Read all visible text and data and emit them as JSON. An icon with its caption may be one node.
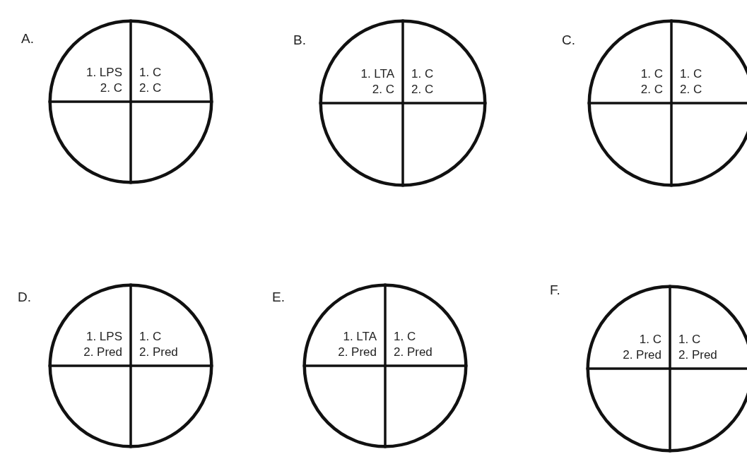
{
  "diagram": {
    "nodes": [
      {
        "text": [],
        "shape": "circle",
        "beside": [
          "A."
        ]
      },
      {
        "text": [
          "1. LPS",
          "2. C"
        ],
        "in": 0
      },
      {
        "text": [
          "1. C",
          "2. C"
        ],
        "in": 0
      },
      {
        "text": [],
        "shape": "quadrant",
        "in": 0
      },
      {
        "text": [],
        "shape": "quadrant",
        "in": 0
      },
      {
        "text": [],
        "shape": "circle",
        "beside": [
          "B."
        ]
      },
      {
        "text": [
          "1. LTA",
          "2. C"
        ],
        "in": 5
      },
      {
        "text": [
          "1. C",
          "2. C"
        ],
        "in": 5
      },
      {
        "text": [],
        "shape": "quadrant",
        "in": 5
      },
      {
        "text": [],
        "shape": "quadrant",
        "in": 5
      },
      {
        "text": [],
        "shape": "circle",
        "beside": [
          "C."
        ]
      },
      {
        "text": [
          "1. C",
          "2. C"
        ],
        "in": 10
      },
      {
        "text": [
          "1. C",
          "2. C"
        ],
        "in": 10
      },
      {
        "text": [],
        "shape": "quadrant",
        "in": 10
      },
      {
        "text": [],
        "shape": "quadrant",
        "in": 10
      },
      {
        "text": [],
        "shape": "circle",
        "beside": [
          "D."
        ]
      },
      {
        "text": [
          "1. LPS",
          "2. Pred"
        ],
        "in": 15
      },
      {
        "text": [
          "1. C",
          "2. Pred"
        ],
        "in": 15
      },
      {
        "text": [],
        "shape": "quadrant",
        "in": 15
      },
      {
        "text": [],
        "shape": "quadrant",
        "in": 15
      },
      {
        "text": [],
        "shape": "circle",
        "beside": [
          "E."
        ]
      },
      {
        "text": [
          "1. LTA",
          "2. Pred"
        ],
        "in": 20
      },
      {
        "text": [
          "1. C",
          "2. Pred"
        ],
        "in": 20
      },
      {
        "text": [],
        "shape": "quadrant",
        "in": 20
      },
      {
        "text": [],
        "shape": "quadrant",
        "in": 20
      },
      {
        "text": [],
        "shape": "circle",
        "beside": [
          "F."
        ]
      },
      {
        "text": [
          "1. C",
          "2. Pred"
        ],
        "in": 25
      },
      {
        "text": [
          "1. C",
          "2. Pred"
        ],
        "in": 25
      },
      {
        "text": [],
        "shape": "quadrant",
        "in": 25
      },
      {
        "text": [],
        "shape": "quadrant",
        "in": 25
      }
    ]
  }
}
